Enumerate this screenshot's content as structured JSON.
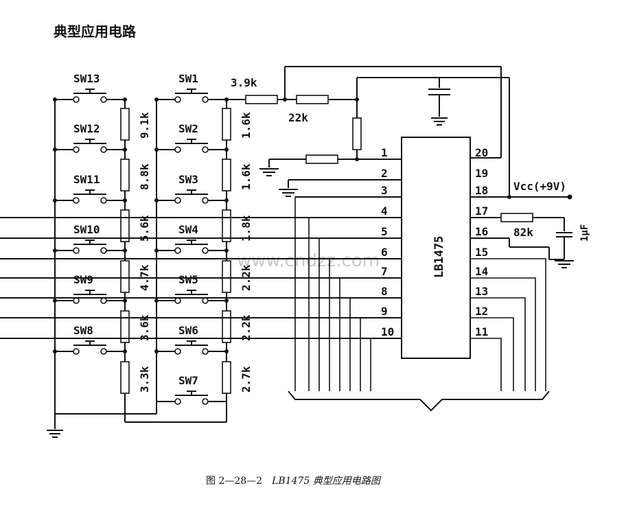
{
  "title": "典型应用电路",
  "caption": {
    "fig_no": "图 2—28—2",
    "fig_title": "LB1475 典型应用电路图"
  },
  "watermark": "www.cndzz.com",
  "ic": {
    "name": "LB1475",
    "pins_left": [
      "1",
      "2",
      "3",
      "4",
      "5",
      "6",
      "7",
      "8",
      "9",
      "10"
    ],
    "pins_right": [
      "20",
      "19",
      "18",
      "17",
      "16",
      "15",
      "14",
      "13",
      "12",
      "11"
    ]
  },
  "supply": "Vcc(+9V)",
  "switches_left": [
    "SW13",
    "SW12",
    "SW11",
    "SW10",
    "SW9",
    "SW8"
  ],
  "switches_mid": [
    "SW1",
    "SW2",
    "SW3",
    "SW4",
    "SW5",
    "SW6",
    "SW7"
  ],
  "resistors_left": [
    "9.1k",
    "8.8k",
    "5.6k",
    "4.7k",
    "3.6k",
    "3.3k"
  ],
  "resistors_mid": [
    "1.6k",
    "1.6k",
    "1.8k",
    "2.2k",
    "2.2k",
    "2.7k"
  ],
  "resistor_series": "3.9k",
  "resistor_bias": "22k",
  "resistor_pin17": "82k",
  "capacitor_pin16": "1μF"
}
